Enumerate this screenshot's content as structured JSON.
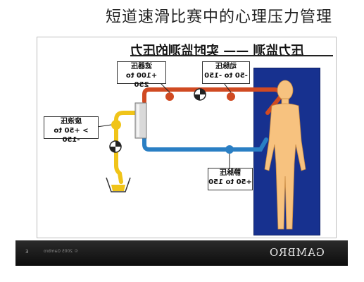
{
  "page": {
    "title": "短道速滑比赛中的心理压力管理"
  },
  "slide": {
    "heading": "压力监测 —— 实时监测的压力",
    "labels": {
      "pre_filter": {
        "name": "滤器压",
        "range": "+100 to 250"
      },
      "arterial": {
        "name": "动脉压",
        "range": "-50 to -150"
      },
      "inlet": {
        "name": "废液压",
        "range": "> +50 to -150"
      },
      "venous": {
        "name": "静脉压",
        "range": "+50 to 150"
      }
    },
    "footer": {
      "page_number": "3",
      "copyright": "© 2005 Gambro",
      "brand": "GAMBRO"
    }
  },
  "colors": {
    "arterial_line": "#d04a22",
    "venous_line": "#2a7fc4",
    "waste_line": "#f0c419",
    "patient_panel": "#17318f",
    "patient_figure": "#f7c27f"
  }
}
